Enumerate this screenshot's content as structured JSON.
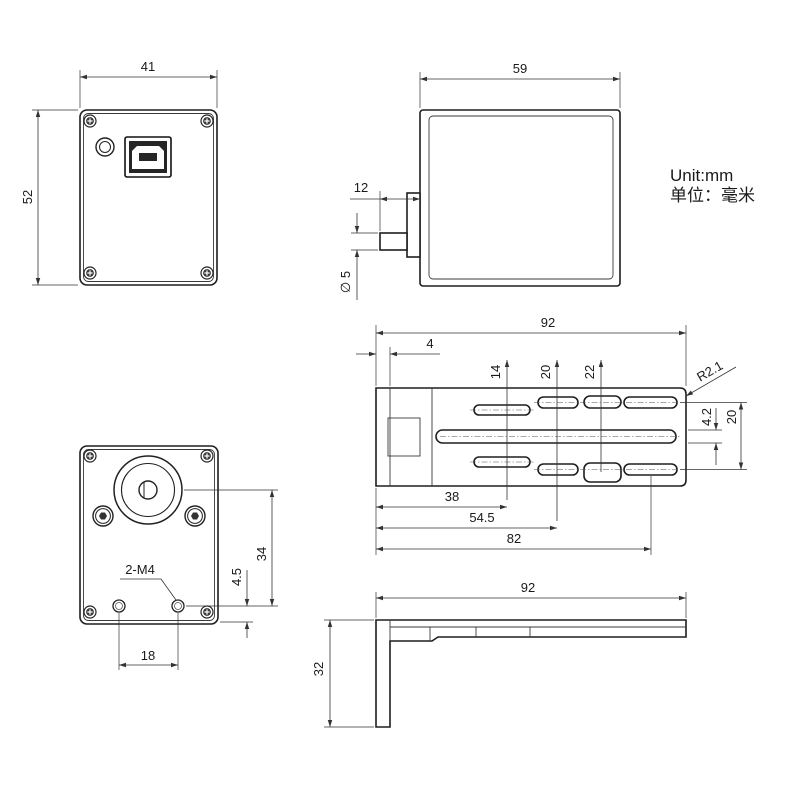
{
  "units": {
    "en": "Unit:mm",
    "zh": "单位：毫米"
  },
  "rear_view": {
    "width": "41",
    "height": "52"
  },
  "side_view": {
    "length": "59",
    "shaft_length": "12",
    "shaft_diameter": "∅ 5"
  },
  "front_view": {
    "hole_spacing_vertical": "34",
    "hole_offset": "4.5",
    "thread_callout": "2-M4",
    "hole_spacing_horizontal": "18"
  },
  "bracket_top_view": {
    "overall_length": "92",
    "plate_thickness": "4",
    "slot_1_length": "14",
    "slot_2_length": "20",
    "slot_3_length": "22",
    "corner_radius": "R2.1",
    "center_slot_width": "4.2",
    "slot_row_spacing": "20",
    "slot_1_position": "38",
    "slot_2_position": "54.5",
    "slot_4_position": "82"
  },
  "bracket_side_view": {
    "overall_length": "92",
    "height": "32"
  },
  "colors": {
    "line": "#1e1e1e",
    "fill": "#ffffff"
  }
}
